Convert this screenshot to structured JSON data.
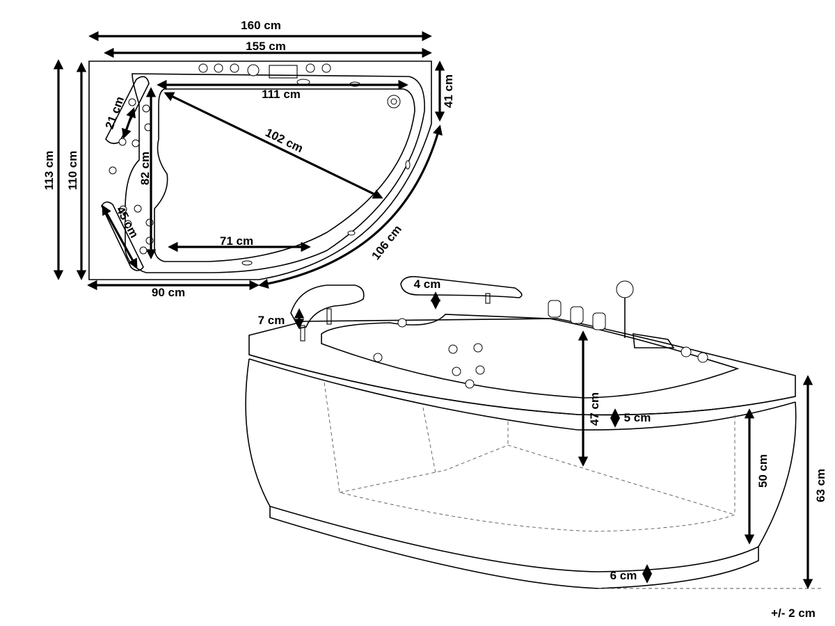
{
  "dimensions": {
    "overall_length": "160 cm",
    "rim_length": "155 cm",
    "inner_top_length": "111 cm",
    "right_end_depth": "41 cm",
    "headrest_small": "21 cm",
    "overall_depth": "113 cm",
    "rim_depth": "110 cm",
    "inner_diagonal": "102 cm",
    "inner_height": "82 cm",
    "headrest_long": "45 cm",
    "inner_bottom_length": "71 cm",
    "curve_length": "106 cm",
    "bottom_straight": "90 cm",
    "pillow_height": "4 cm",
    "armrest_height": "7 cm",
    "inner_depth": "47 cm",
    "rim_thickness": "5 cm",
    "panel_height": "50 cm",
    "total_height": "63 cm",
    "base_height": "6 cm",
    "tolerance": "+/- 2 cm"
  }
}
